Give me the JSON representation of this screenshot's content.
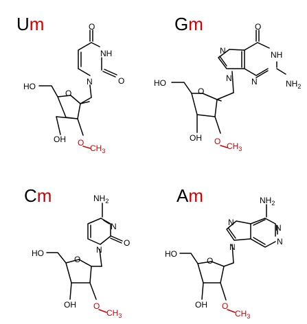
{
  "colors": {
    "ink": "#000000",
    "accent": "#cc0000",
    "background": "#ffffff"
  },
  "panels": [
    {
      "base_letter": "U",
      "mod_letter": "m",
      "atoms": {
        "O_top": "O",
        "NH": "NH",
        "O_right": "O",
        "N": "N",
        "HO": "HO",
        "O_ring": "O",
        "OH": "OH",
        "O_me": "O",
        "CH": "CH",
        "sub3": "3"
      }
    },
    {
      "base_letter": "G",
      "mod_letter": "m",
      "atoms": {
        "O_top": "O",
        "NH": "NH",
        "N_left": "N",
        "N_bottom": "N",
        "N_nine": "N",
        "NH2": "NH",
        "sub2": "2",
        "HO": "HO",
        "O_ring": "O",
        "OH": "OH",
        "O_me": "O",
        "CH": "CH",
        "sub3": "3"
      }
    },
    {
      "base_letter": "C",
      "mod_letter": "m",
      "atoms": {
        "NH2": "NH",
        "sub2": "2",
        "N_three": "N",
        "O_right": "O",
        "N": "N",
        "HO": "HO",
        "O_ring": "O",
        "OH": "OH",
        "O_me": "O",
        "CH": "CH",
        "sub3": "3"
      }
    },
    {
      "base_letter": "A",
      "mod_letter": "m",
      "atoms": {
        "NH2": "NH",
        "sub2": "2",
        "N_one": "N",
        "N_three": "N",
        "N_seven": "N",
        "N_nine": "N",
        "HO": "HO",
        "O_ring": "O",
        "OH": "OH",
        "O_me": "O",
        "CH": "CH",
        "sub3": "3"
      }
    }
  ]
}
